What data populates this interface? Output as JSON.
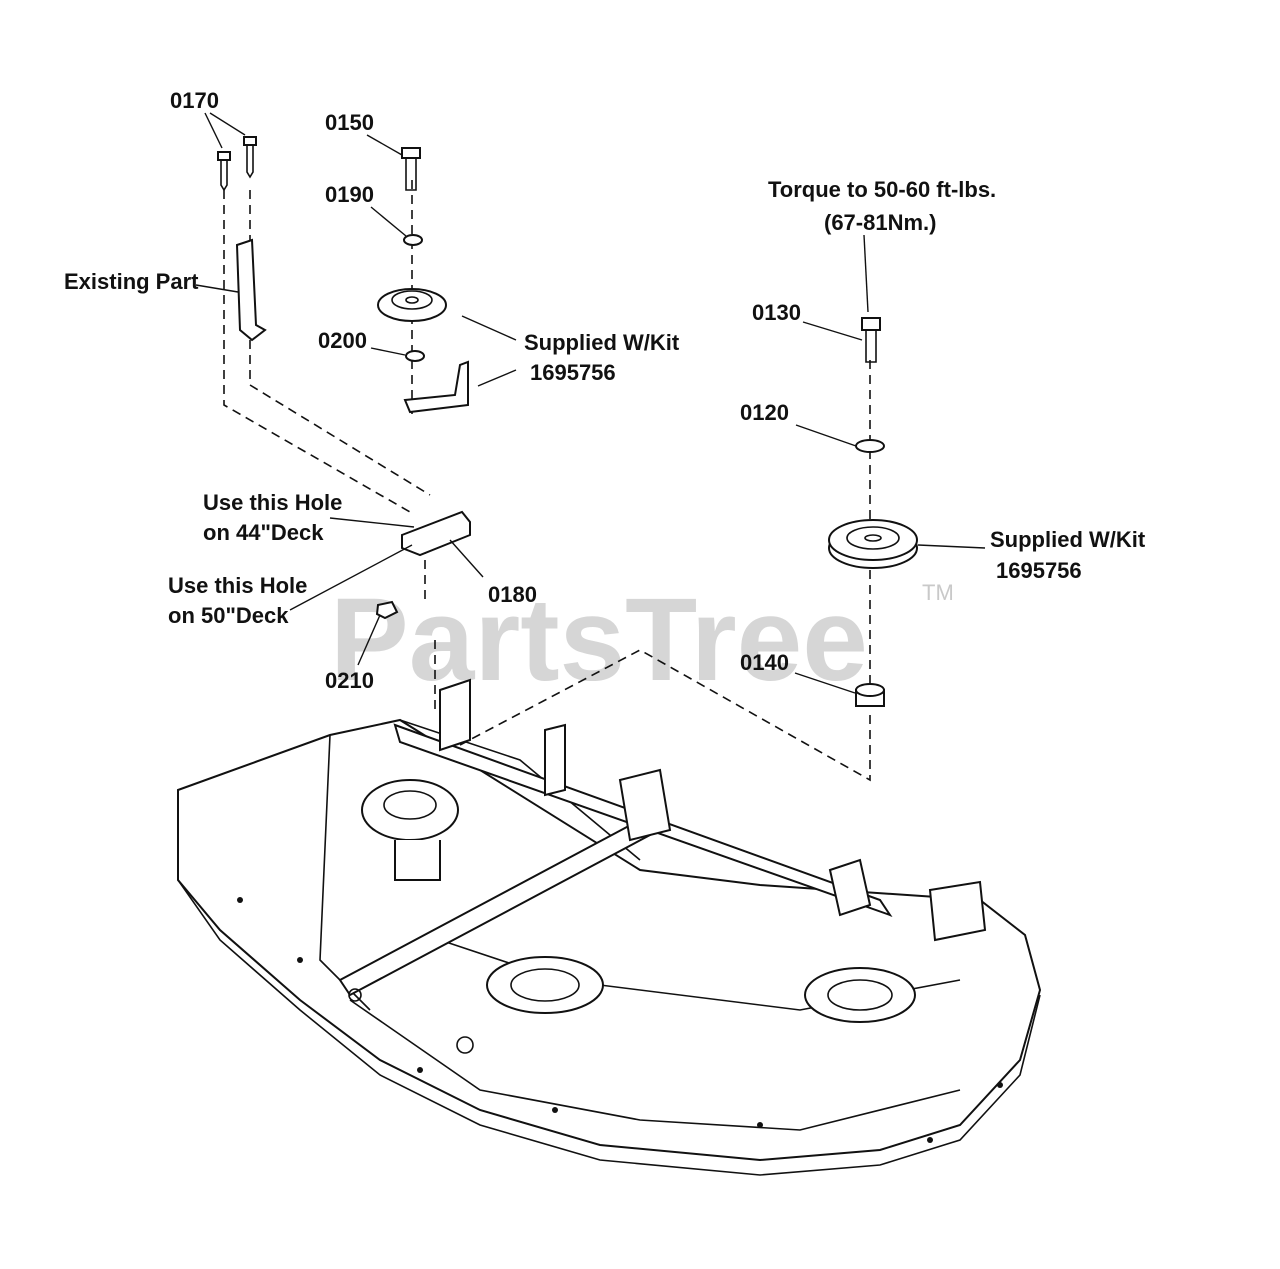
{
  "watermark": {
    "brand": "PartsTree",
    "trademark": "TM"
  },
  "callouts": {
    "p0170": "0170",
    "p0150": "0150",
    "p0190": "0190",
    "p0200": "0200",
    "p0180": "0180",
    "p0210": "0210",
    "p0130": "0130",
    "p0120": "0120",
    "p0140": "0140"
  },
  "notes": {
    "existing_part": "Existing Part",
    "supplied_kit_1_line1": "Supplied W/Kit",
    "supplied_kit_1_line2": "1695756",
    "supplied_kit_2_line1": "Supplied W/Kit",
    "supplied_kit_2_line2": "1695756",
    "torque_line1": "Torque to 50-60 ft-lbs.",
    "torque_line2": "(67-81Nm.)",
    "hole44_line1": "Use this Hole",
    "hole44_line2": "on 44\"Deck",
    "hole50_line1": "Use this Hole",
    "hole50_line2": "on 50\"Deck"
  }
}
